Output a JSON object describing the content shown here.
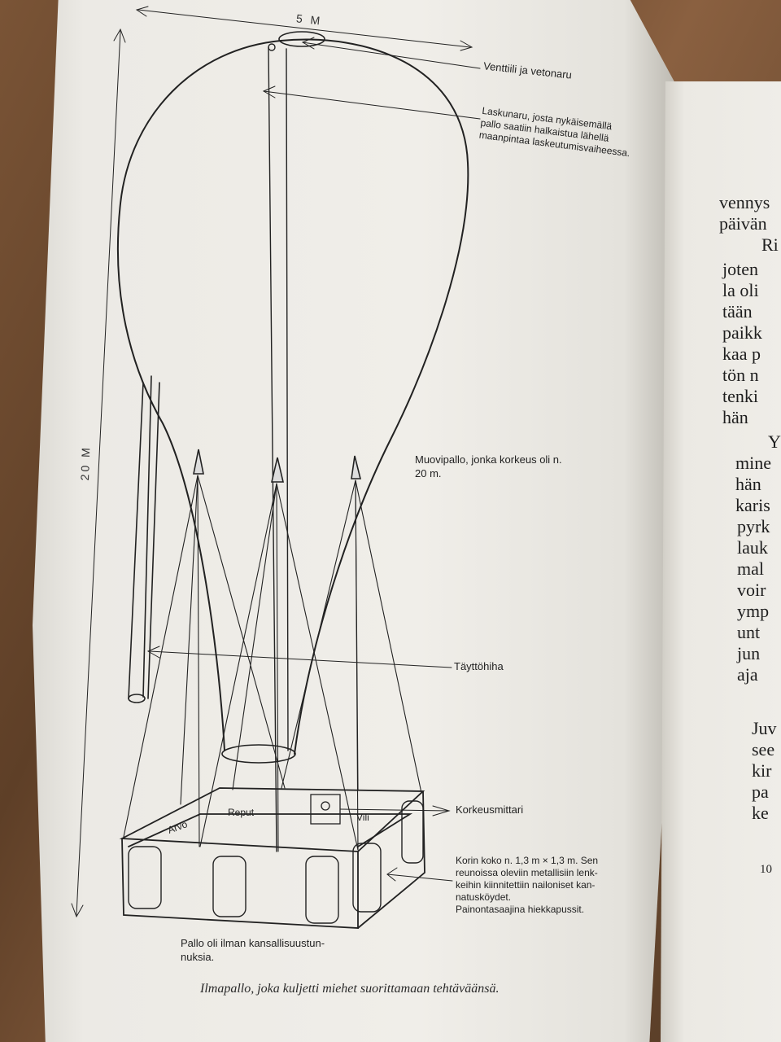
{
  "diagram": {
    "dimension_width": "5 M",
    "dimension_height": "20 M",
    "labels": {
      "valve": "Venttiili ja vetonaru",
      "deflate": "Laskunaru, josta nykäisemällä\npallo saatiin halkaistua lähellä\nmaanpintaa laskeutumisvaiheessa.",
      "balloon": "Muovipallo, jonka korkeus oli n.\n20 m.",
      "fill_hose": "Täyttöhiha",
      "altimeter": "Korkeusmittari",
      "basket": "Korin koko n. 1,3 m × 1,3 m. Sen\nreunoissa oleviin metallisiin lenk-\nkeihin kiinnitettiin nailoniset kan-\nnatusköydet.\nPainontasaajina hiekkapussit.",
      "no_markings": "Pallo oli ilman kansallisuustun-\nnuksia.",
      "arvo": "Arvo",
      "reput": "Reput",
      "vili": "Vili"
    },
    "caption": "Ilmapallo, joka kuljetti miehet suorittamaan tehtäväänsä."
  },
  "right_page": {
    "lines": [
      "vennys",
      "päivän",
      "Ri",
      "joten",
      "la oli",
      "tään",
      "paikk",
      "kaa p",
      "tön n",
      "tenki",
      "hän",
      "Y",
      "mine",
      "hän",
      "karis",
      "pyrk",
      "lauk",
      "mal",
      "voir",
      "ymp",
      "unt",
      "jun",
      "aja",
      "Juv",
      "see",
      "kir",
      "pa",
      "ke"
    ],
    "page_number": "10"
  }
}
